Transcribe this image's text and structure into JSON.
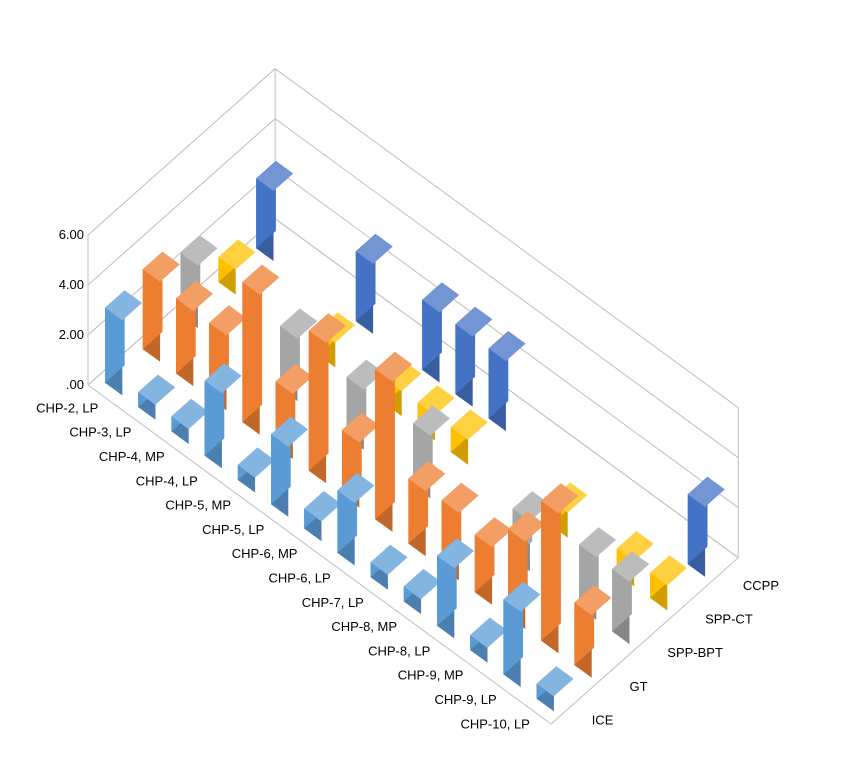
{
  "chart_data": {
    "type": "bar",
    "subtype": "3d-column",
    "title": "",
    "categories": [
      "CHP-2, LP",
      "CHP-3, LP",
      "CHP-4, MP",
      "CHP-4, LP",
      "CHP-5, MP",
      "CHP-5, LP",
      "CHP-6, MP",
      "CHP-6, LP",
      "CHP-7, LP",
      "CHP-8, MP",
      "CHP-8, LP",
      "CHP-9, MP",
      "CHP-9, LP",
      "CHP-10, LP"
    ],
    "series_labels": [
      "ICE",
      "GT",
      "SPP-BPT",
      "SPP-CT",
      "CCPP"
    ],
    "series": [
      {
        "values": [
          3.0,
          0.6,
          0.6,
          3.0,
          0.6,
          2.8,
          0.8,
          2.5,
          0.6,
          0.6,
          2.8,
          0.6,
          3.0,
          0.6
        ]
      },
      {
        "values": [
          3.2,
          3.0,
          3.0,
          5.6,
          2.6,
          5.6,
          2.6,
          6.0,
          2.6,
          2.7,
          2.3,
          3.5,
          5.6,
          2.5
        ]
      },
      {
        "values": [
          2.5,
          0,
          0,
          2.5,
          0,
          2.4,
          0,
          2.5,
          0,
          0,
          2.0,
          0,
          2.5,
          2.5
        ]
      },
      {
        "values": [
          1.0,
          0,
          0,
          1.0,
          0,
          1.0,
          1.0,
          1.0,
          0,
          0,
          1.0,
          0,
          1.0,
          1.0
        ]
      },
      {
        "values": [
          2.8,
          0,
          0,
          2.8,
          0,
          2.8,
          2.8,
          2.8,
          0,
          0,
          0,
          0,
          0,
          2.8
        ]
      }
    ],
    "series_colors": [
      "#5b9bd5",
      "#ed7d31",
      "#a5a5a5",
      "#ffc000",
      "#4472c4"
    ],
    "yticks": [
      ".00",
      "2.00",
      "4.00",
      "6.00"
    ],
    "ylim": [
      0,
      6
    ],
    "grid": true,
    "legend": "none"
  }
}
